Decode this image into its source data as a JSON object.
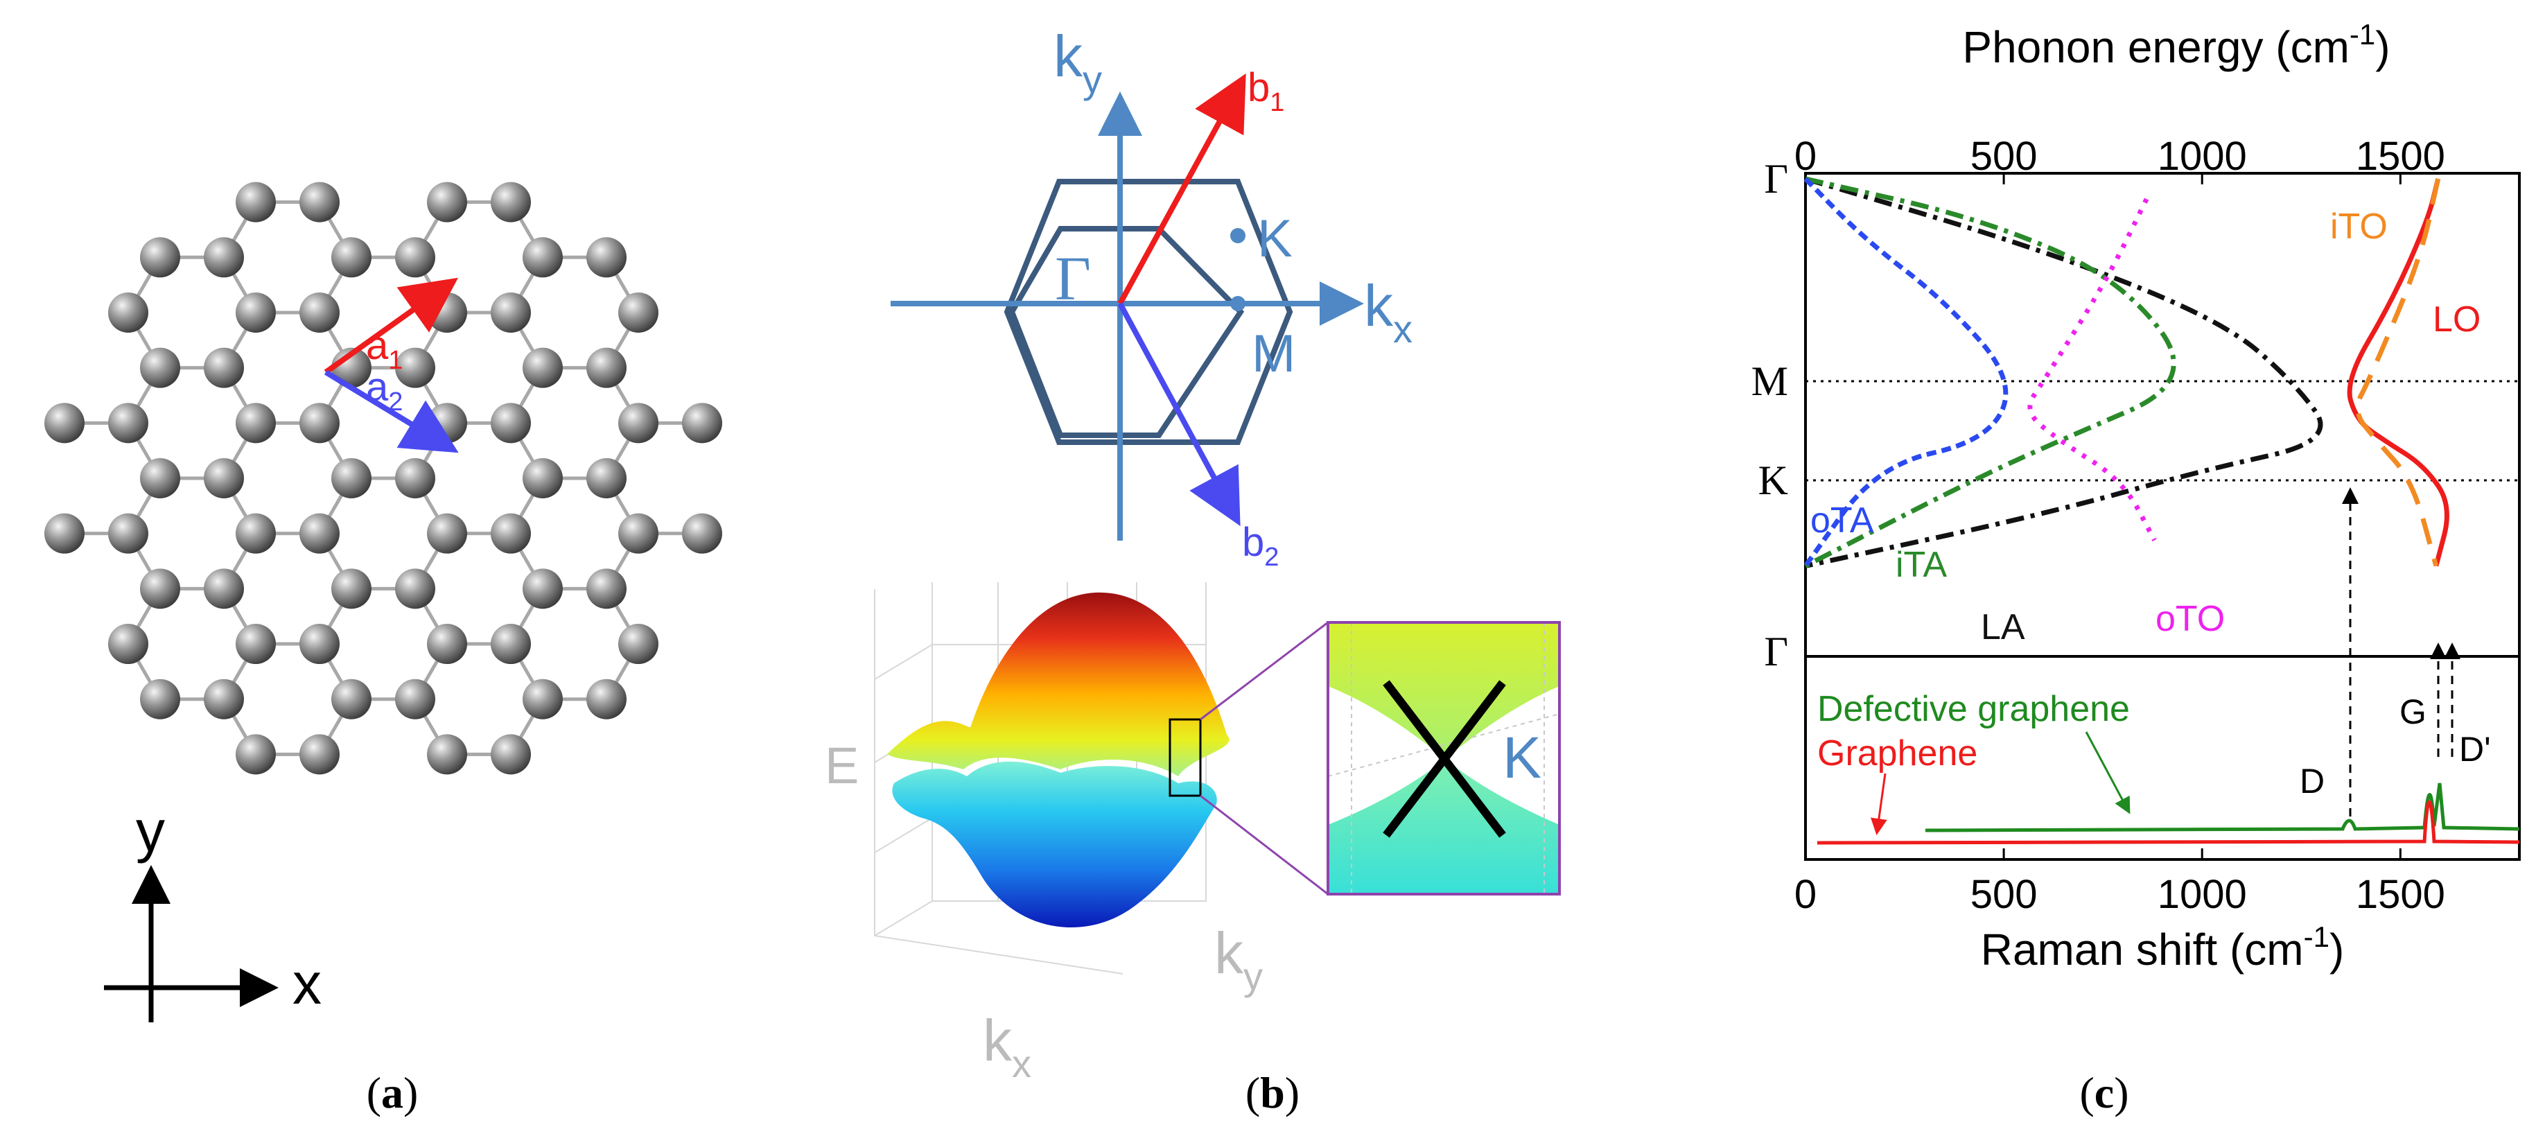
{
  "panels": {
    "a": {
      "caption_open": "(",
      "caption_letter": "a",
      "caption_close": ")",
      "vec1": "a",
      "vec1_sub": "1",
      "vec2": "a",
      "vec2_sub": "2",
      "axis_y": "y",
      "axis_x": "x",
      "colors": {
        "a1": "#ee1c1c",
        "a2": "#4a4af0",
        "atom": "#808080",
        "bond": "#a8a8a8"
      }
    },
    "b": {
      "caption_open": "(",
      "caption_letter": "b",
      "caption_close": ")",
      "ky": "k",
      "ky_sub": "y",
      "kx": "k",
      "kx_sub": "x",
      "gamma": "Γ",
      "K": "K",
      "M": "M",
      "b1": "b",
      "b1_sub": "1",
      "b2": "b",
      "b2_sub": "2",
      "band_E": "E",
      "band_kx": "k",
      "band_kx_sub": "x",
      "band_ky": "k",
      "band_ky_sub": "y",
      "inset_K": "K",
      "colors": {
        "axis": "#4f88c4",
        "hex": "#3c5a7e",
        "b1": "#ee1c1c",
        "b2": "#4a4af0",
        "inset_frame": "#8e44ad"
      }
    },
    "c": {
      "caption_open": "(",
      "caption_letter": "c",
      "caption_close": ")",
      "top_axis_title": "Phonon energy (cm",
      "top_axis_sup": "-1",
      "top_axis_close": ")",
      "bottom_axis_title": "Raman shift (cm",
      "bottom_axis_sup": "-1",
      "bottom_axis_close": ")",
      "y_ticks": [
        "Γ",
        "M",
        "K",
        "Γ"
      ],
      "raman_legend": [
        "Defective graphene",
        "Graphene"
      ],
      "peak_labels": [
        "D",
        "G",
        "D'"
      ],
      "colors": {
        "LO": "#ee1c1c",
        "iTO": "#f28a22",
        "LA": "#111111",
        "iTA": "#2a8a2a",
        "oTA": "#2a4af0",
        "oTO": "#ee22ee",
        "raman_defect": "#1f8a1f",
        "raman_graphene": "#ee1c1c"
      }
    }
  },
  "chart_data": {
    "type": "line",
    "top_x_axis": {
      "label": "Phonon energy (cm-1)",
      "ticks": [
        0,
        500,
        1000,
        1500
      ],
      "range": [
        0,
        1800
      ]
    },
    "bottom_x_axis": {
      "label": "Raman shift (cm-1)",
      "ticks": [
        0,
        500,
        1000,
        1500
      ],
      "range": [
        0,
        1800
      ]
    },
    "y_path": [
      "Γ",
      "M",
      "K",
      "Γ"
    ],
    "dispersion_series": [
      {
        "name": "LO",
        "points": [
          [
            1595,
            0
          ],
          [
            1570,
            0.2
          ],
          [
            1480,
            0.6
          ],
          [
            1360,
            1.0
          ],
          [
            1390,
            1.4
          ],
          [
            1460,
            1.6
          ],
          [
            1560,
            1.85
          ],
          [
            1630,
            2.15
          ],
          [
            1590,
            2.5
          ]
        ]
      },
      {
        "name": "iTO",
        "points": [
          [
            1595,
            0
          ],
          [
            1550,
            0.4
          ],
          [
            1420,
            1.0
          ],
          [
            1380,
            1.3
          ],
          [
            1440,
            1.6
          ],
          [
            1530,
            2.0
          ],
          [
            1590,
            2.5
          ]
        ]
      },
      {
        "name": "LA",
        "points": [
          [
            0,
            0
          ],
          [
            600,
            0.35
          ],
          [
            1050,
            0.7
          ],
          [
            1230,
            1.0
          ],
          [
            1340,
            1.6
          ],
          [
            1000,
            1.9
          ],
          [
            600,
            2.2
          ],
          [
            0,
            2.5
          ]
        ]
      },
      {
        "name": "iTA",
        "points": [
          [
            0,
            0
          ],
          [
            450,
            0.2
          ],
          [
            800,
            0.5
          ],
          [
            990,
            1.0
          ],
          [
            640,
            1.6
          ],
          [
            420,
            2.0
          ],
          [
            0,
            2.5
          ]
        ]
      },
      {
        "name": "oTA",
        "points": [
          [
            0,
            0
          ],
          [
            150,
            0.3
          ],
          [
            350,
            0.6
          ],
          [
            530,
            1.0
          ],
          [
            460,
            1.6
          ],
          [
            180,
            1.85
          ],
          [
            0,
            2.5
          ]
        ]
      },
      {
        "name": "oTO",
        "points": [
          [
            860,
            0.1
          ],
          [
            760,
            0.5
          ],
          [
            600,
            1.0
          ],
          [
            550,
            1.3
          ],
          [
            640,
            1.6
          ],
          [
            800,
            2.0
          ],
          [
            880,
            2.35
          ]
        ]
      }
    ],
    "raman_series": [
      {
        "name": "Defective graphene",
        "peaks": [
          {
            "label": "D",
            "x": 1350
          },
          {
            "label": "G",
            "x": 1582
          },
          {
            "label": "D'",
            "x": 1620
          }
        ]
      },
      {
        "name": "Graphene",
        "peaks": [
          {
            "label": "G",
            "x": 1582
          }
        ]
      }
    ]
  }
}
